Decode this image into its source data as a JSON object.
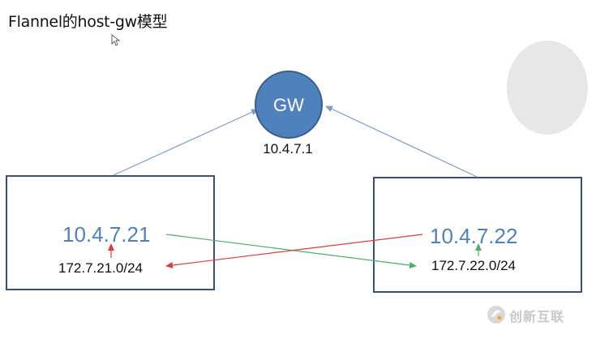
{
  "title": "Flannel的host-gw模型",
  "gateway": {
    "label": "GW",
    "ip": "10.4.7.1",
    "fill_color": "#4f81bd",
    "border_color": "#3a5f8d"
  },
  "hosts": [
    {
      "ip": "10.4.7.21",
      "subnet": "172.7.21.0/24"
    },
    {
      "ip": "10.4.7.22",
      "subnet": "172.7.22.0/24"
    }
  ],
  "colors": {
    "host_box_border": "#3a5173",
    "host_ip": "#4f81bd",
    "uplink_arrow": "#7f9cc5",
    "red_route": "#e03a3a",
    "green_route": "#4caf6a",
    "decor_circle": "#e7e7e7"
  },
  "cursor_icon": "mouse-pointer-icon",
  "watermark": {
    "text": "创新互联",
    "icon": "brand-logo-icon"
  }
}
